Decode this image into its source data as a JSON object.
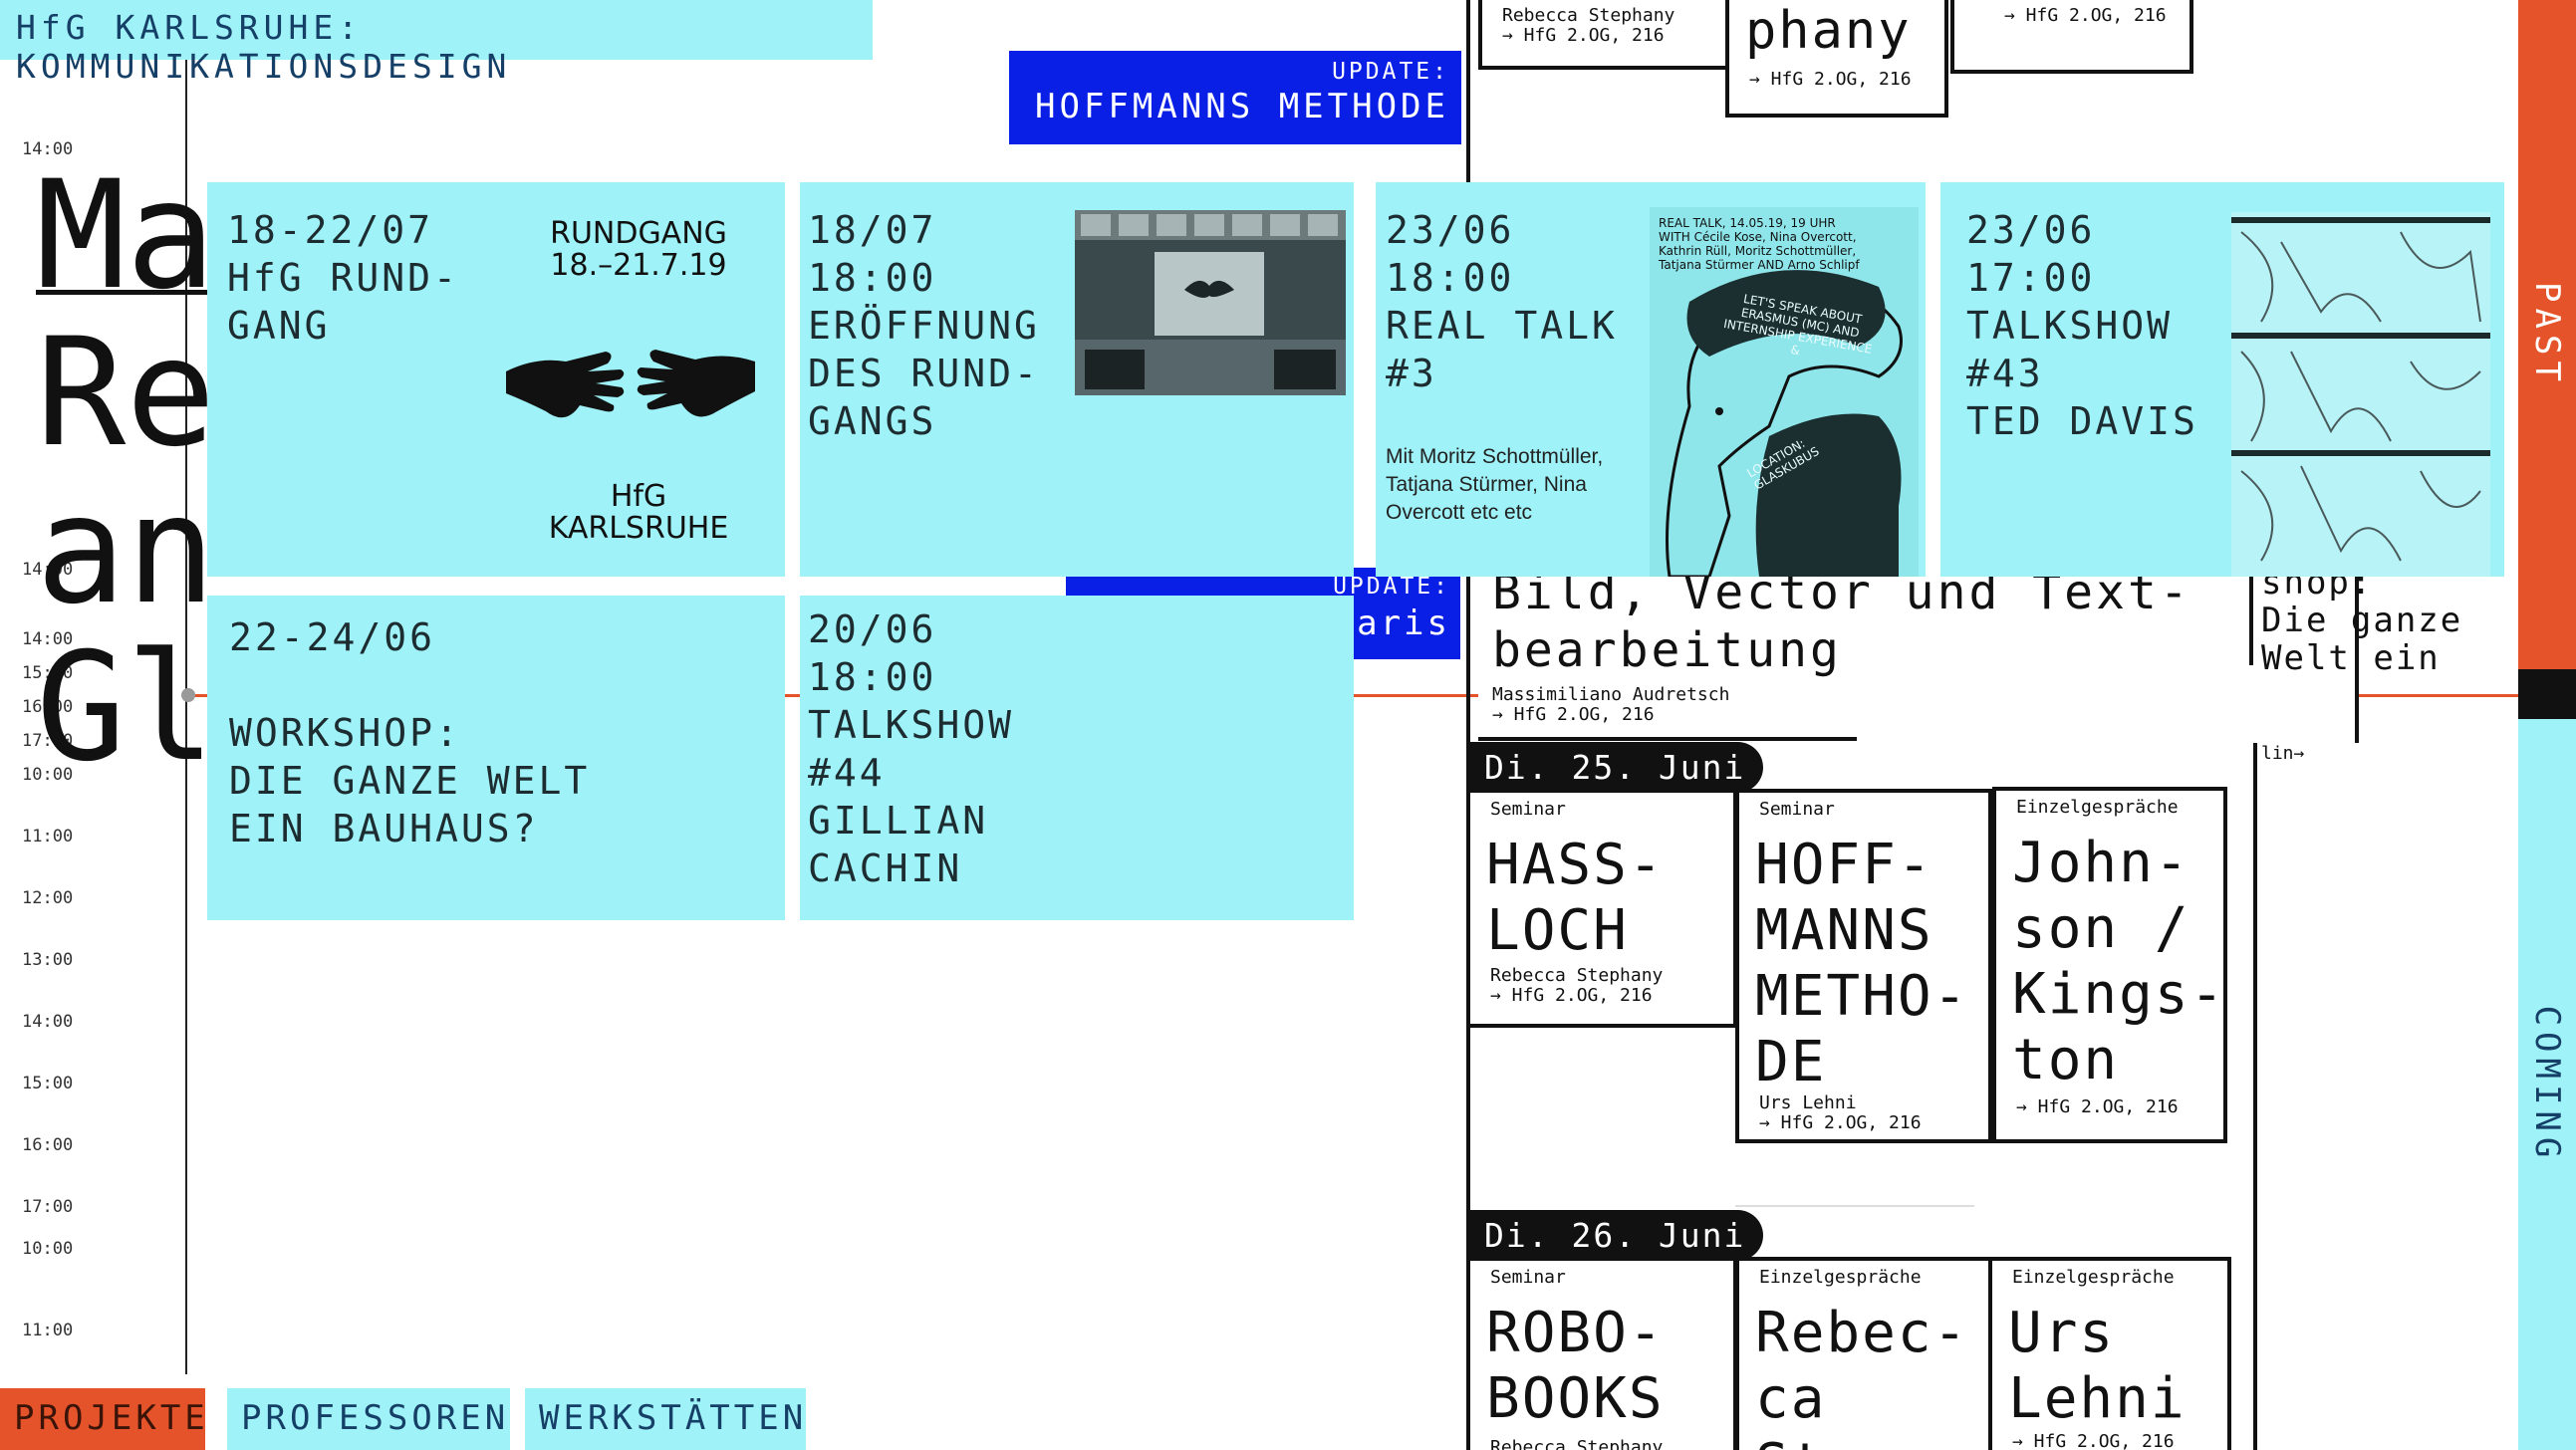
{
  "site_title": "HfG KARLSRUHE: KOMMUNIKATIONSDESIGN",
  "update_top": {
    "label": "UPDATE:",
    "value": "HOFFMANNS METHODE"
  },
  "update_mid": {
    "label": "UPDATE:",
    "value": "Paris"
  },
  "time_axis": [
    "14:00",
    "14:00",
    "14:00",
    "15:00",
    "16:00",
    "17:00",
    "10:00",
    "11:00",
    "12:00",
    "13:00",
    "14:00",
    "15:00",
    "16:00",
    "17:00",
    "10:00",
    "11:00"
  ],
  "background_headline": [
    "Ma",
    "Re",
    "an",
    "Gl"
  ],
  "cards": [
    {
      "text": "18-22/07\nHfG RUND-\nGANG",
      "poster_top": "RUNDGANG\n18.–21.7.19",
      "poster_bottom": "HfG\nKARLSRUHE"
    },
    {
      "text": "18/07\n18:00\nERÖFFNUNG\nDES RUND-\nGANGS"
    },
    {
      "text": "23/06\n18:00\nREAL TALK\n#3",
      "note": "Mit Moritz Schottmüller,\nTatjana Stürmer, Nina\nOvercott etc etc",
      "poster_text": "REAL TALK, 14.05.19, 19 UHR\nWITH Cécile Kose, Nina Overcott,\nKathrin Rüll, Moritz Schottmüller,\nTatjana Stürmer AND Arno Schlipf",
      "poster_hat": "LET'S SPEAK ABOUT\nERASMUS (MC) AND\nINTERNSHIP EXPERIENCE\n&",
      "poster_loc": "LOCATION:\nGLASKUBUS"
    },
    {
      "text": "23/06\n17:00\nTALKSHOW\n#43\nTED DAVIS"
    },
    {
      "text": "22-24/06\n\nWORKSHOP:\nDIE GANZE WELT\nEIN BAUHAUS?"
    },
    {
      "text": "20/06\n18:00\nTALKSHOW\n#44\nGILLIAN\nCACHIN"
    }
  ],
  "top_fragments": [
    {
      "who": "Rebecca Stephany",
      "room": "→ HfG 2.OG, 216"
    },
    {
      "title": "phany",
      "room": "→ HfG 2.OG, 216"
    },
    {
      "room": "→ HfG 2.OG, 216"
    }
  ],
  "mid_fragments": {
    "title": "Bild, Vector und Text-\nbearbeitung",
    "who": "Massimiliano Audretsch",
    "room": "→ HfG 2.OG, 216",
    "side": "shop:\nDie ganze\nWelt ein",
    "lin": "lin→"
  },
  "days": [
    {
      "label": "Di. 25. Juni",
      "items": [
        {
          "cat": "Seminar",
          "title": "HASS-\nLOCH",
          "who": "Rebecca Stephany",
          "room": "→ HfG 2.OG, 216"
        },
        {
          "cat": "Seminar",
          "title": "HOFF-\nMANNS\nMETHO-\nDE",
          "who": "Urs Lehni",
          "room": "→ HfG 2.OG, 216"
        },
        {
          "cat": "Einzelgespräche",
          "title": "John-\nson /\nKings-\nton",
          "who": "",
          "room": "→ HfG 2.OG, 216"
        }
      ]
    },
    {
      "label": "Di. 26. Juni",
      "items": [
        {
          "cat": "Seminar",
          "title": "ROBO-\nBOOKS",
          "who": "Rebecca Stephany"
        },
        {
          "cat": "Einzelgespräche",
          "title": "Rebec-\nca Ste-",
          "who": ""
        },
        {
          "cat": "Einzelgespräche",
          "title": "Urs\nLehni",
          "room": "→ HfG 2.OG, 216"
        }
      ]
    }
  ],
  "side_tabs": {
    "past": "PAST",
    "coming": "COMING"
  },
  "nav": {
    "projekte": "PROJEKTE",
    "professoren": "PROFESSOREN",
    "werkstaetten": "WERKSTÄTTEN"
  },
  "colors": {
    "cyan": "#9ff2f7",
    "blue": "#0a1fe6",
    "orange": "#e5532a",
    "black": "#111111"
  }
}
